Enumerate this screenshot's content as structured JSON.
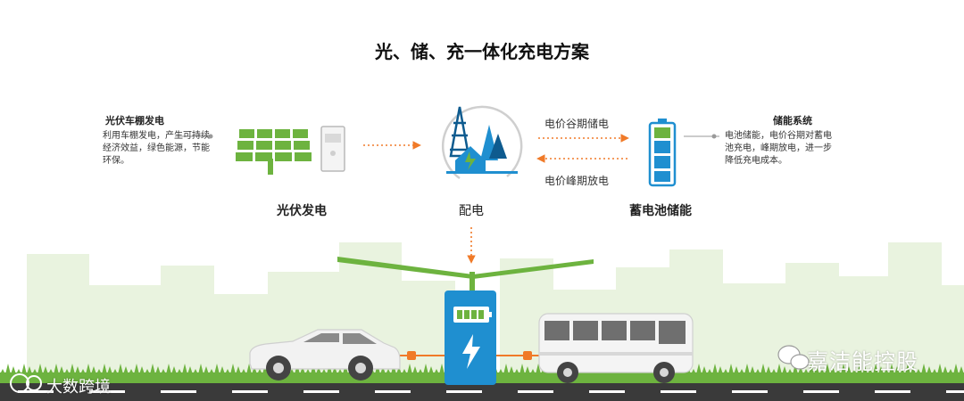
{
  "title": "光、储、充一体化充电方案",
  "pv": {
    "heading": "光伏车棚发电",
    "description": "利用车棚发电，产生可持续经济效益，绿色能源，节能环保。",
    "label": "光伏发电"
  },
  "grid": {
    "label": "配电"
  },
  "storage": {
    "heading": "储能系统",
    "description": "电池储能，电价谷期对蓄电池充电，峰期放电，进一步降低充电成本。",
    "label": "蓄电池储能"
  },
  "flows": {
    "valley_charge": "电价谷期储电",
    "peak_discharge": "电价峰期放电"
  },
  "brand": {
    "name": "嘉洁能控股"
  },
  "watermark": {
    "text": "大数跨境"
  },
  "colors": {
    "green": "#6DB33F",
    "orange": "#F07A28",
    "blue": "#1F8FD0",
    "dark_blue": "#0E5B8F",
    "city": "#E9F3DF",
    "road": "#3A3A3A"
  },
  "icons": {
    "solar_panel": "solar-panel-icon",
    "inverter": "inverter-icon",
    "grid": "grid-tower-icon",
    "battery": "battery-icon",
    "charger": "charging-station-icon",
    "bolt": "lightning-bolt-icon",
    "wechat": "wechat-icon"
  }
}
